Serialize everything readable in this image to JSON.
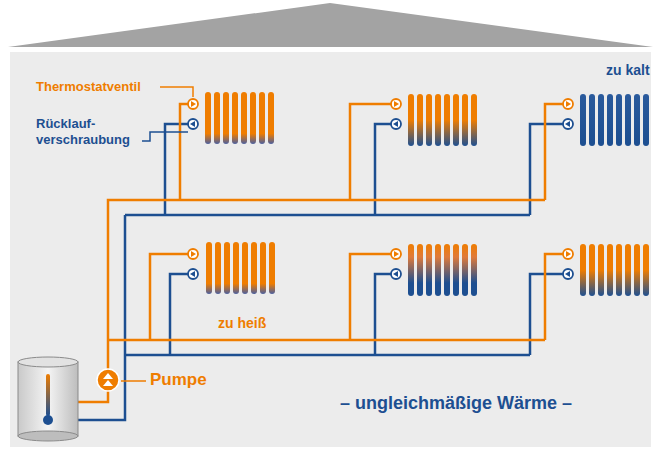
{
  "diagram": {
    "labels": [
      "Thermostatventil",
      "Rücklauf- verschraubung",
      "zu kalt",
      "zu heiß",
      "Pumpe",
      "– ungleichmäßige Wärme –"
    ]
  }
}
